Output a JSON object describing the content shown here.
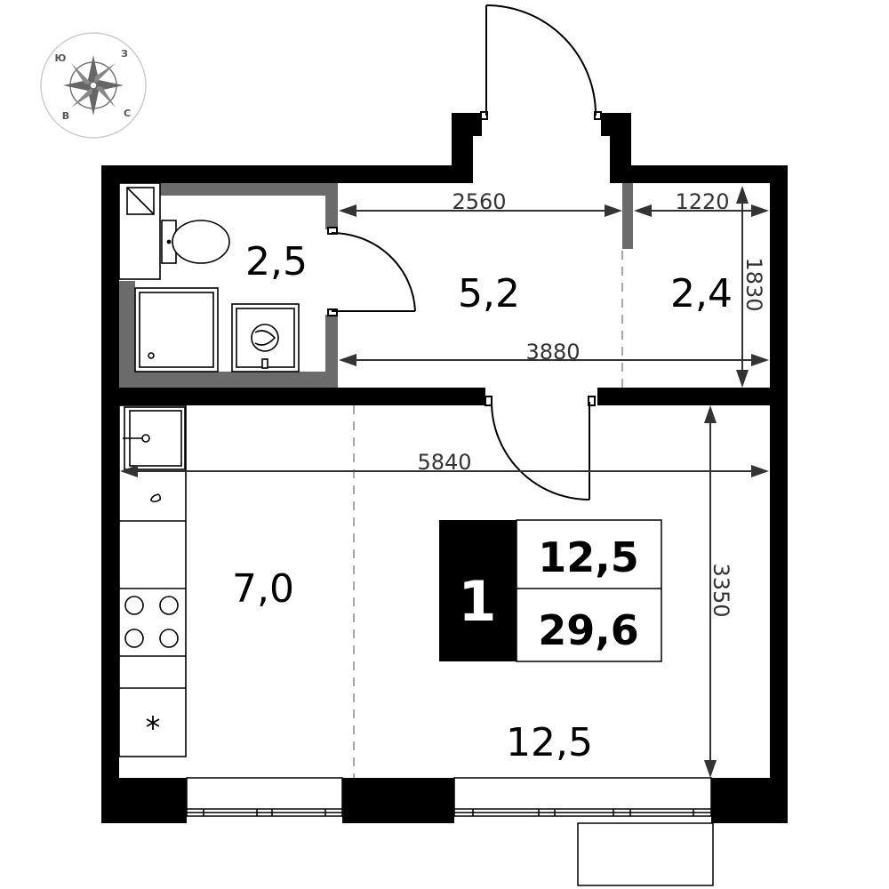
{
  "compass": {
    "letters": {
      "south": "Ю",
      "west": "З",
      "east": "В",
      "north": "С"
    }
  },
  "rooms": {
    "bathroom": {
      "area": "2,5"
    },
    "hall": {
      "area": "5,2"
    },
    "storage": {
      "area": "2,4"
    },
    "kitchen": {
      "area": "7,0"
    },
    "living": {
      "area": "12,5"
    }
  },
  "dimensions": {
    "hall_width": "2560",
    "storage_width": "1220",
    "storage_depth": "1830",
    "hall_total_width": "3880",
    "apartment_width": "5840",
    "living_depth": "3350"
  },
  "summary_badge": {
    "rooms_count": "1",
    "living_area": "12,5",
    "total_area": "29,6"
  },
  "colors": {
    "wall": "#000000",
    "partition": "#6b6b6b",
    "dim_line": "#333333"
  }
}
